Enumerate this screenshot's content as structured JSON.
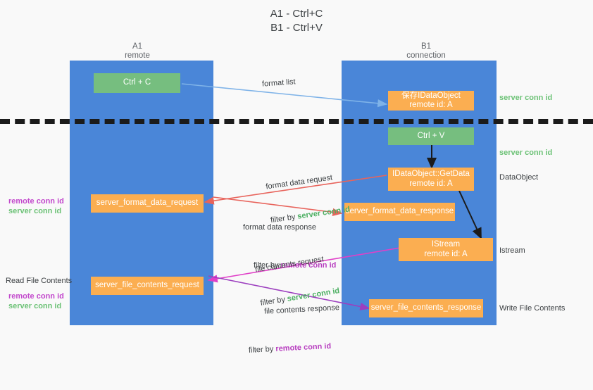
{
  "title": "A1 - Ctrl+C\nB1 - Ctrl+V",
  "colors": {
    "lifeline": "#4a86d8",
    "box_orange": "#fbae51",
    "box_green": "#76be7f",
    "accent_green": "#4caf62",
    "accent_purple": "#b83fc0",
    "divider": "#1b1b1b",
    "background": "#f9f9f9",
    "arrow_blue": "#7fb3e8",
    "arrow_red": "#e8645c",
    "arrow_magenta": "#e040c8",
    "arrow_purple": "#9c3fbf",
    "arrow_black": "#1b1b1b",
    "text": "#3c4043"
  },
  "columns": [
    {
      "name": "A1",
      "sub": "remote",
      "label": "A1\nremote"
    },
    {
      "name": "B1",
      "sub": "connection",
      "label": "B1\nconnection"
    }
  ],
  "boxes": [
    {
      "id": "ctrl-c",
      "text": "Ctrl + C",
      "kind": "green"
    },
    {
      "id": "save-idataobject",
      "text": "保存IDataObject\nremote id: A",
      "kind": "orange"
    },
    {
      "id": "ctrl-v",
      "text": "Ctrl + V",
      "kind": "green"
    },
    {
      "id": "idataobject-getdata",
      "text": "IDataObject::GetData\nremote id: A",
      "kind": "orange"
    },
    {
      "id": "server-format-data-request",
      "text": "server_format_data_request",
      "kind": "orange"
    },
    {
      "id": "server-format-data-response",
      "text": "server_format_data_response",
      "kind": "orange"
    },
    {
      "id": "istream",
      "text": "IStream\nremote id: A",
      "kind": "orange"
    },
    {
      "id": "server-file-contents-request",
      "text": "server_file_contents_request",
      "kind": "orange"
    },
    {
      "id": "server-file-contents-response",
      "text": "server_file_contents_response",
      "kind": "orange"
    }
  ],
  "edge_labels": {
    "format_list": "format list",
    "format_data_request": "format data request",
    "format_data_request_filter_prefix": "filter by ",
    "format_data_request_filter_value": "server conn id",
    "format_data_response": "format data response",
    "format_data_response_filter_prefix": "filter by ",
    "format_data_response_filter_value": "remote conn id",
    "file_contents_request": "file contents request",
    "file_contents_request_filter_prefix": "filter by ",
    "file_contents_request_filter_value": "server conn id",
    "file_contents_response": "file contents response",
    "file_contents_response_filter_prefix": "filter by ",
    "file_contents_response_filter_value": "remote conn id"
  },
  "right_notes": [
    {
      "id": "server-conn-id-1",
      "text": "server conn id",
      "style": "green"
    },
    {
      "id": "server-conn-id-2",
      "text": "server conn id",
      "style": "green"
    },
    {
      "id": "dataobject",
      "text": "DataObject",
      "style": "plain"
    },
    {
      "id": "istream-note",
      "text": "Istream",
      "style": "plain"
    },
    {
      "id": "write-file-contents",
      "text": "Write File Contents",
      "style": "plain"
    }
  ],
  "left_notes": [
    {
      "id": "remote-conn-id-1",
      "text": "remote conn id",
      "style": "purple"
    },
    {
      "id": "server-conn-id-3",
      "text": "server conn id",
      "style": "green"
    },
    {
      "id": "read-file-contents",
      "text": "Read File Contents",
      "style": "plain"
    },
    {
      "id": "remote-conn-id-2",
      "text": "remote conn id",
      "style": "purple"
    },
    {
      "id": "server-conn-id-4",
      "text": "server conn id",
      "style": "green"
    }
  ]
}
